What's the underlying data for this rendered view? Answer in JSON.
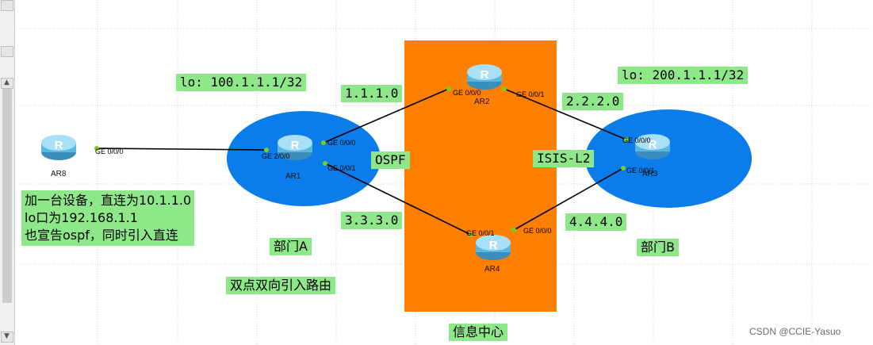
{
  "routers": [
    {
      "id": "AR8",
      "label": "AR8"
    },
    {
      "id": "AR1",
      "label": "AR1"
    },
    {
      "id": "AR2",
      "label": "AR2"
    },
    {
      "id": "AR3",
      "label": "AR3"
    },
    {
      "id": "AR4",
      "label": "AR4"
    }
  ],
  "ports": {
    "ar8_g000": "GE 0/0/0",
    "ar1_g200": "GE 2/0/0",
    "ar1_g000": "GE 0/0/0",
    "ar1_g001": "GE 0/0/1",
    "ar2_g000": "GE 0/0/0",
    "ar2_g001": "GE 0/0/1",
    "ar3_g000": "GE 0/0/0",
    "ar3_g001": "GE 0/0/1",
    "ar4_g001": "GE 0/0/1",
    "ar4_g000": "GE 0/0/0"
  },
  "labels": {
    "lo_ar1": "lo: 100.1.1.1/32",
    "lo_ar3": "lo: 200.1.1.1/32",
    "net_1": "1.1.1.0",
    "net_2": "2.2.2.0",
    "net_3": "3.3.3.0",
    "net_4": "4.4.4.0",
    "ospf": "OSPF",
    "isis": "ISIS-L2",
    "dept_a": "部门A",
    "dept_b": "部门B",
    "bidirectional": "双点双向引入路由",
    "info_center": "信息中心"
  },
  "note": {
    "line1": "加一台设备，直连为10.1.1.0",
    "line2": "lo口为192.168.1.1",
    "line3": "也宣告ospf，同时引入直连"
  },
  "watermark": "CSDN @CCIE-Yasuo",
  "colors": {
    "area_blue": "#0a7dea",
    "center_orange": "#ff7f00",
    "label_green": "#8ee889",
    "router_body": "#5ab8e0",
    "link": "#000000",
    "port_dot": "#7ccc20"
  }
}
